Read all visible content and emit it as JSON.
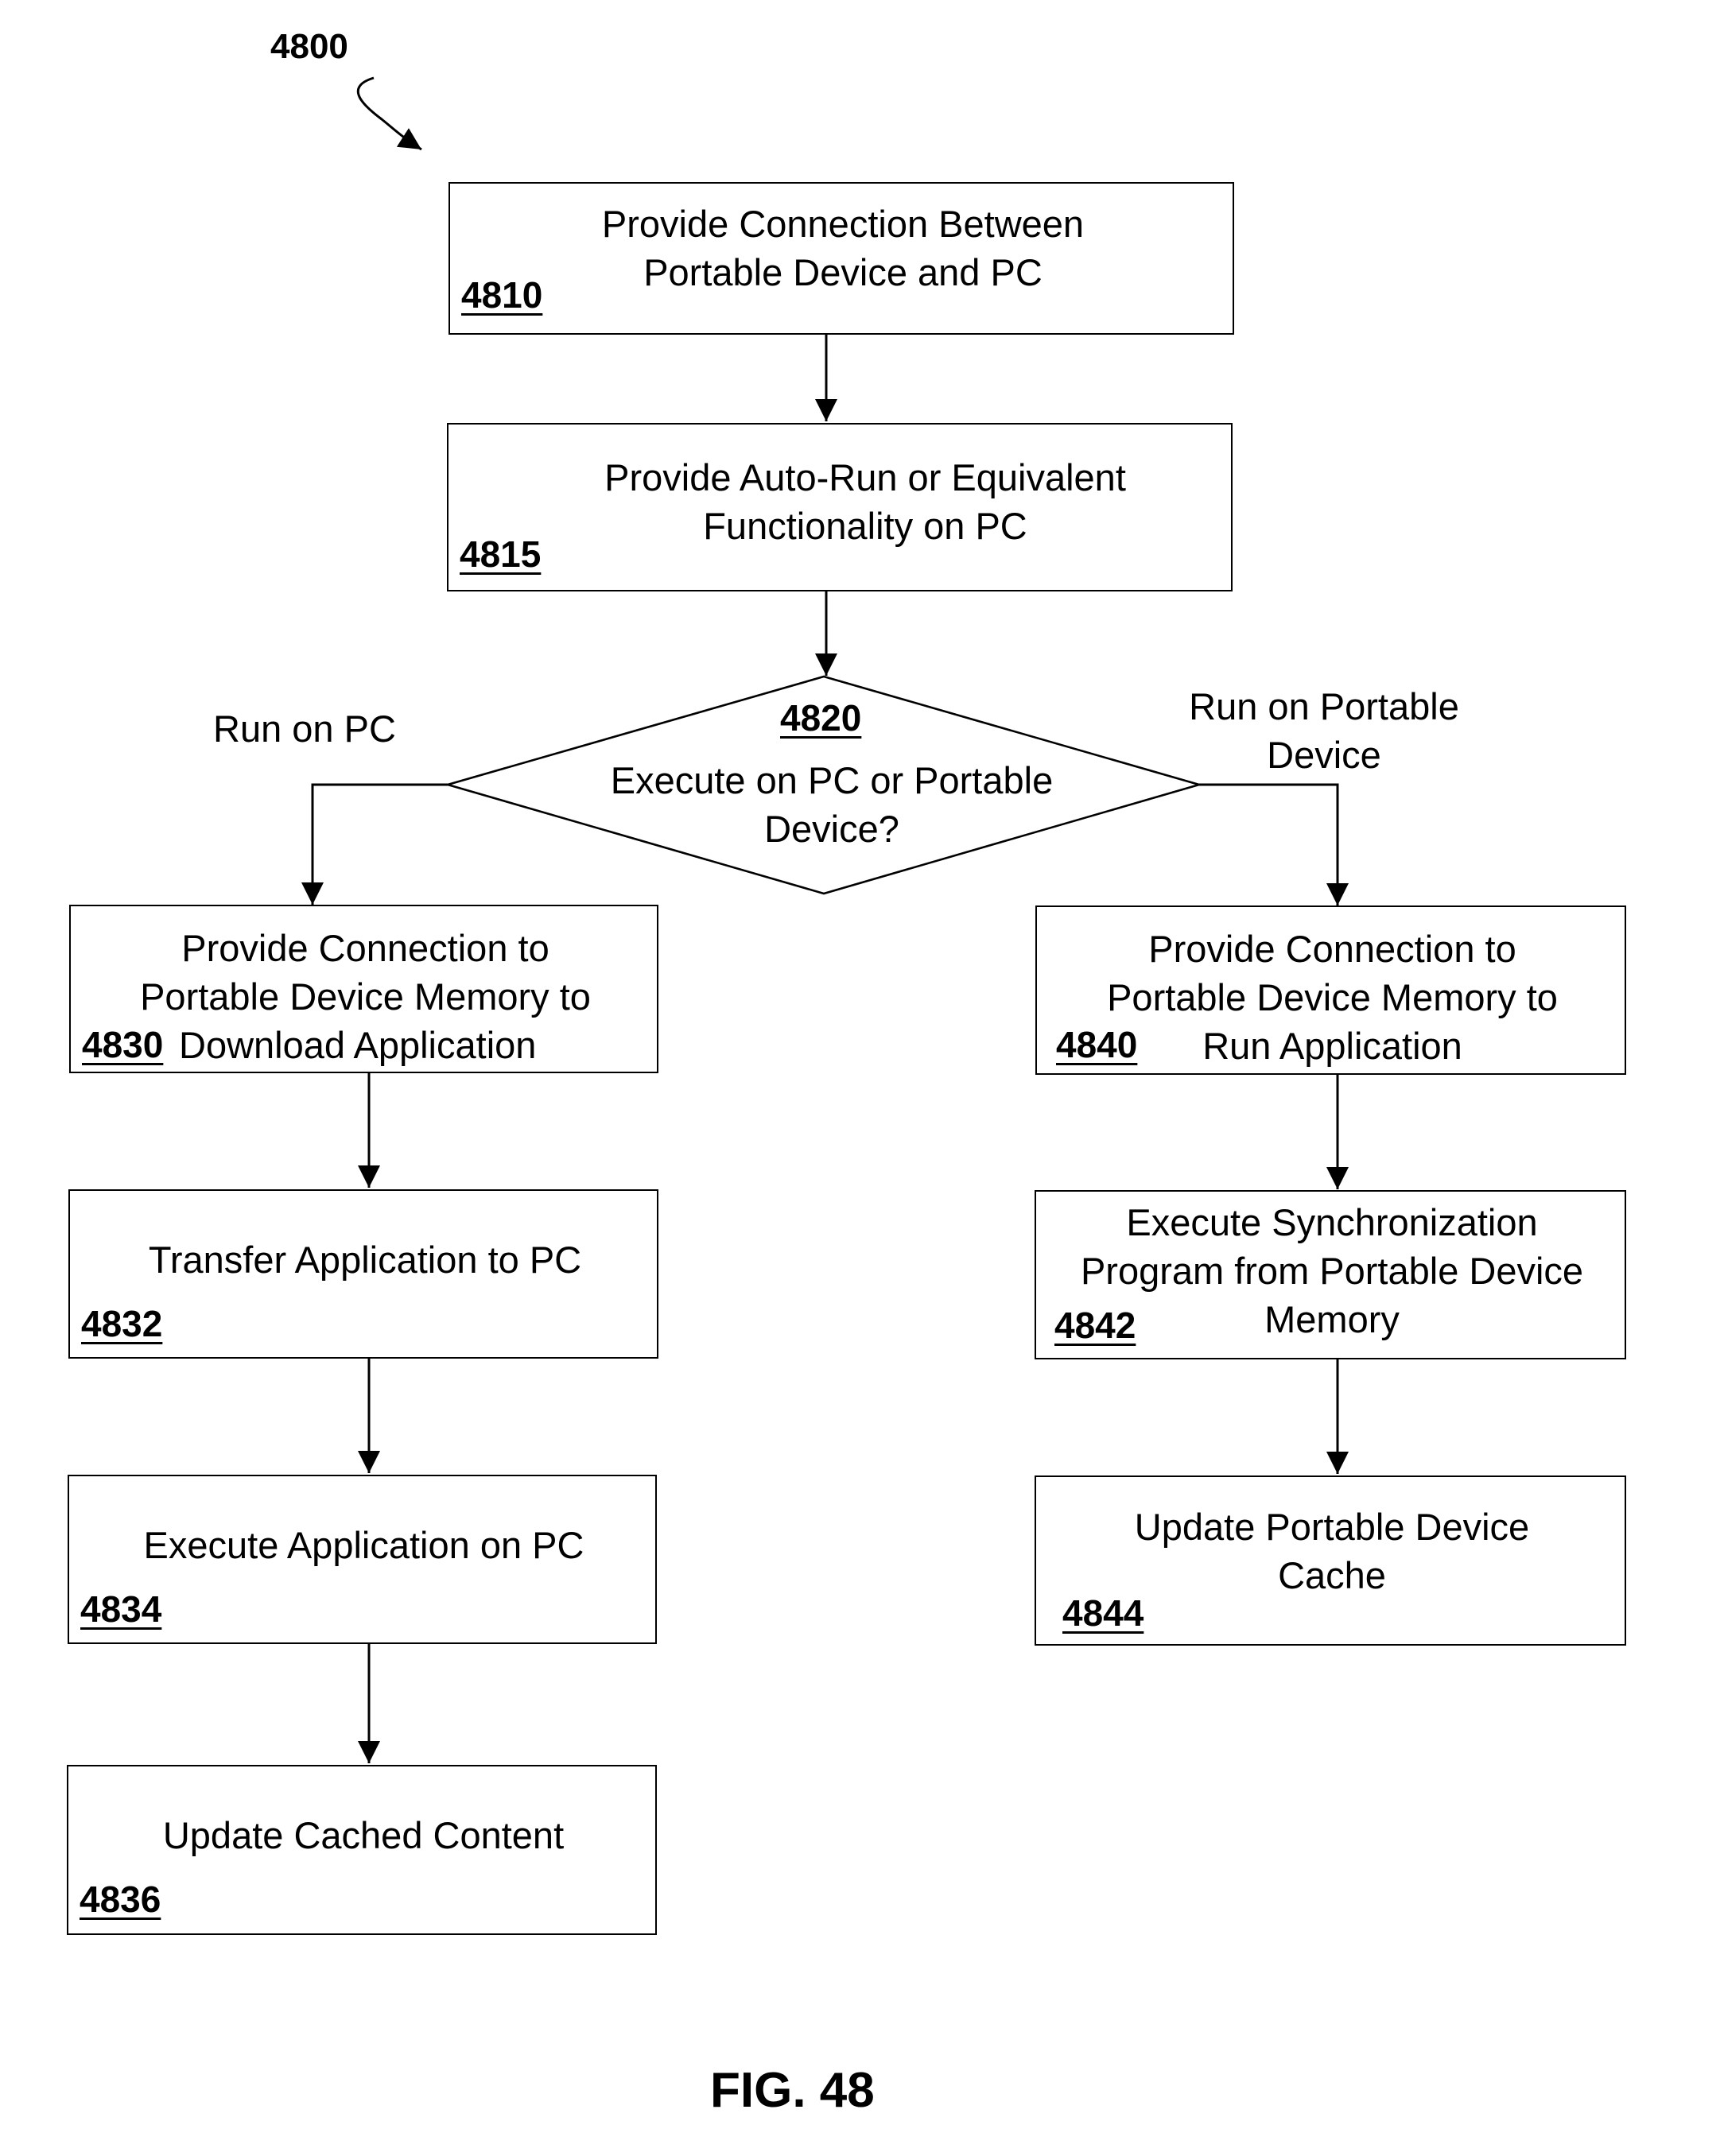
{
  "figure": {
    "reference": "4800",
    "caption": "FIG. 48"
  },
  "steps": {
    "s4810": {
      "id": "4810",
      "line1": "Provide Connection Between",
      "line2": "Portable Device and PC"
    },
    "s4815": {
      "id": "4815",
      "line1": "Provide Auto-Run or Equivalent",
      "line2": "Functionality on PC"
    },
    "s4820": {
      "id": "4820",
      "line1": "Execute on PC or Portable",
      "line2": "Device?"
    },
    "s4830": {
      "id": "4830",
      "line1": "Provide Connection to",
      "line2": "Portable Device Memory to",
      "line3": "Download Application"
    },
    "s4832": {
      "id": "4832",
      "line1": "Transfer Application to PC"
    },
    "s4834": {
      "id": "4834",
      "line1": "Execute Application on PC"
    },
    "s4836": {
      "id": "4836",
      "line1": "Update Cached Content"
    },
    "s4840": {
      "id": "4840",
      "line1": "Provide Connection to",
      "line2": "Portable Device Memory to",
      "line3": "Run Application"
    },
    "s4842": {
      "id": "4842",
      "line1": "Execute Synchronization",
      "line2": "Program from Portable Device",
      "line3": "Memory"
    },
    "s4844": {
      "id": "4844",
      "line1": "Update Portable Device",
      "line2": "Cache"
    }
  },
  "branches": {
    "left": "Run on PC",
    "right_line1": "Run on Portable",
    "right_line2": "Device"
  }
}
